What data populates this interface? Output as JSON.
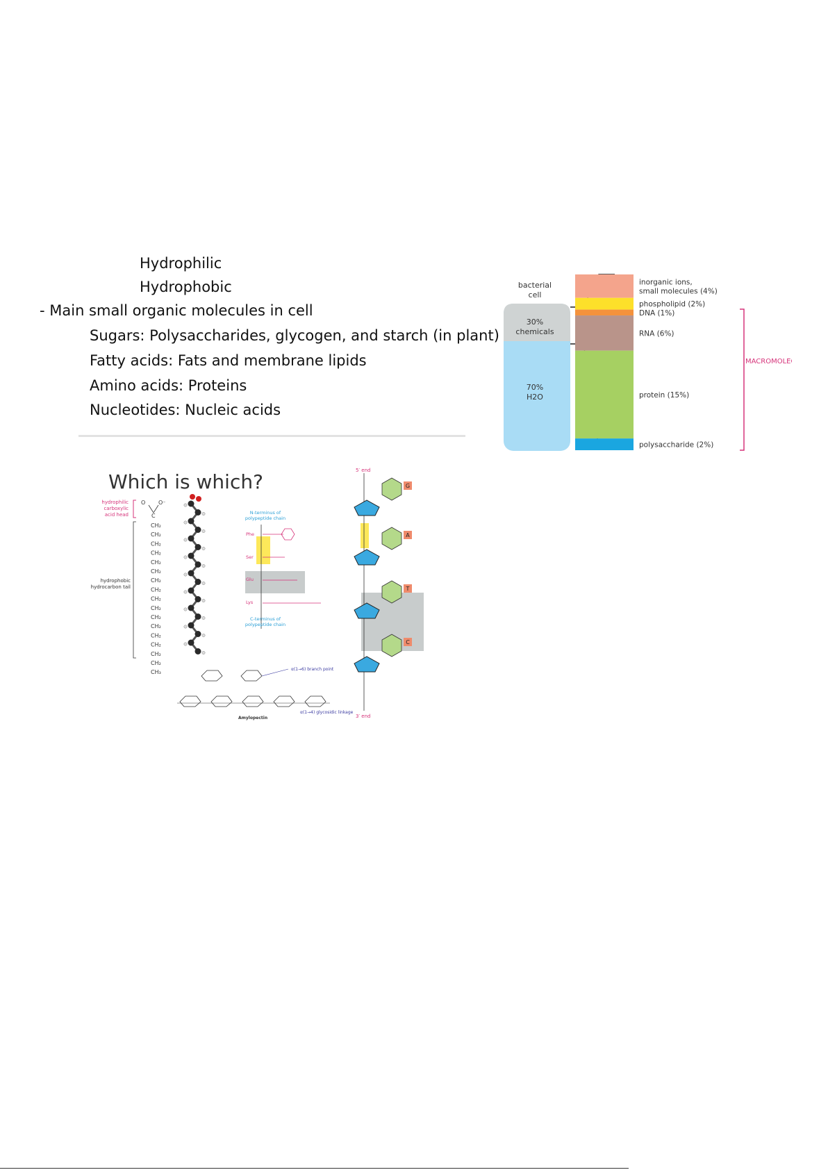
{
  "notes": {
    "hydrophilic": "Hydrophilic",
    "hydrophobic": "Hydrophobic",
    "main_heading": "- Main small organic molecules in cell:",
    "items": [
      "Sugars: Polysaccharides, glycogen, and starch (in plant)",
      "Fatty acids: Fats and membrane lipids",
      "Amino acids: Proteins",
      "Nucleotides: Nucleic acids"
    ]
  },
  "cell_figure": {
    "cell_label": [
      "bacterial",
      "cell"
    ],
    "chemicals_label": [
      "30%",
      "chemicals"
    ],
    "water_label": [
      "70%",
      "H2O"
    ],
    "segments": [
      {
        "label": [
          "inorganic ions,",
          "small molecules (4%)"
        ],
        "percent": 4,
        "color": "#f4a48c"
      },
      {
        "label": [
          "phospholipid (2%)"
        ],
        "percent": 2,
        "color": "#fde02a"
      },
      {
        "label": [
          "DNA (1%)"
        ],
        "percent": 1,
        "color": "#f4923c"
      },
      {
        "label": [
          "RNA (6%)"
        ],
        "percent": 6,
        "color": "#b9948a"
      },
      {
        "label": [
          "protein (15%)"
        ],
        "percent": 15,
        "color": "#a6d062"
      },
      {
        "label": [
          "polysaccharide (2%)"
        ],
        "percent": 2,
        "color": "#1aa6e0"
      }
    ],
    "bracket_label": "MACROMOLECULES",
    "accent": "#d6337a"
  },
  "which_figure": {
    "title": "Which is which?",
    "fatty_acid": {
      "head_label": [
        "hydrophilic",
        "carboxylic",
        "acid head"
      ],
      "tail_label": [
        "hydrophobic",
        "hydrocarbon tail"
      ],
      "ch2": "CH₂",
      "ch3": "CH₃"
    },
    "peptide": {
      "n_terminus": [
        "N-terminus of",
        "polypeptide chain"
      ],
      "c_terminus": [
        "C-terminus of",
        "polypeptide chain"
      ],
      "residues": [
        "Phe",
        "Ser",
        "Glu",
        "Lys"
      ]
    },
    "polysaccharide": {
      "branch_label": "α(1→6) branch point",
      "linkage_label": "α(1→4) glycosidic linkage",
      "name": "Amylopectin"
    },
    "dna": {
      "five_end": "5′ end",
      "three_end": "3′ end",
      "bases": [
        "G",
        "A",
        "T",
        "C"
      ]
    }
  }
}
